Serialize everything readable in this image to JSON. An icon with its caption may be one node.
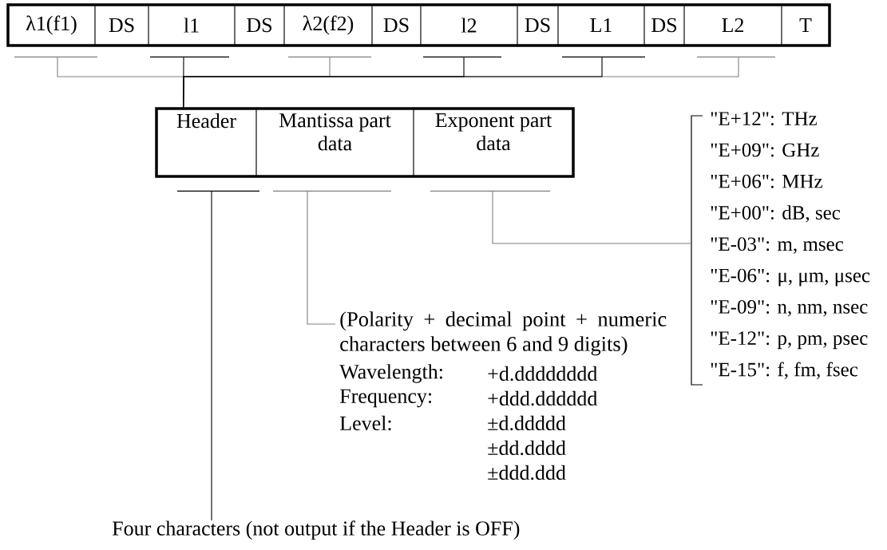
{
  "diagram": {
    "nodes": [
      {
        "text": [
          "λ1(f1)"
        ]
      },
      {
        "text": [
          "DS"
        ]
      },
      {
        "text": [
          "l1"
        ]
      },
      {
        "text": [
          "DS"
        ]
      },
      {
        "text": [
          "λ2(f2)"
        ]
      },
      {
        "text": [
          "DS"
        ]
      },
      {
        "text": [
          "l2"
        ]
      },
      {
        "text": [
          "DS"
        ]
      },
      {
        "text": [
          "L1"
        ]
      },
      {
        "text": [
          "DS"
        ]
      },
      {
        "text": [
          "L2"
        ]
      },
      {
        "text": [
          "T"
        ]
      },
      {
        "text": [
          "Header"
        ]
      },
      {
        "text": [
          "Mantissa part data"
        ]
      },
      {
        "text": [
          "Exponent part data"
        ]
      },
      {
        "text": [
          "Four characters (not output if the Header is OFF)"
        ]
      },
      {
        "text": [
          "(Polarity + decimal point + numeric characters between 6 and 9 digits)"
        ]
      },
      {
        "text": [
          "\"E+12\": THz",
          "\"E+09\": GHz",
          "\"E+06\": MHz",
          "\"E+00\": dB, sec",
          "\"E-03\": m, msec",
          "\"E-06\": μ, μm, μsec",
          "\"E-09\": n, nm, nsec",
          "\"E-12\": p, pm, psec",
          "\"E-15\": f, fm, fsec"
        ]
      }
    ],
    "edges": [
      {
        "from": 0,
        "to": 12,
        "arrow": "none"
      },
      {
        "from": 2,
        "to": 12,
        "arrow": "none",
        "color": "#000000"
      },
      {
        "from": 4,
        "to": 12,
        "arrow": "none"
      },
      {
        "from": 6,
        "to": 12,
        "arrow": "none",
        "color": "#000000"
      },
      {
        "from": 8,
        "to": 12,
        "arrow": "none",
        "color": "#000000"
      },
      {
        "from": 10,
        "to": 12,
        "arrow": "none"
      },
      {
        "from": 12,
        "to": 15,
        "arrow": "none",
        "color": "#000000"
      },
      {
        "from": 13,
        "to": 16,
        "arrow": "none"
      },
      {
        "from": 14,
        "to": 17,
        "arrow": "none"
      }
    ],
    "labels": [
      "Wavelength:",
      "+d.dddddddd",
      "Frequency:",
      "+ddd.dddddd",
      "Level:",
      "±d.ddddd",
      "±dd.dddd",
      "±ddd.ddd"
    ]
  }
}
